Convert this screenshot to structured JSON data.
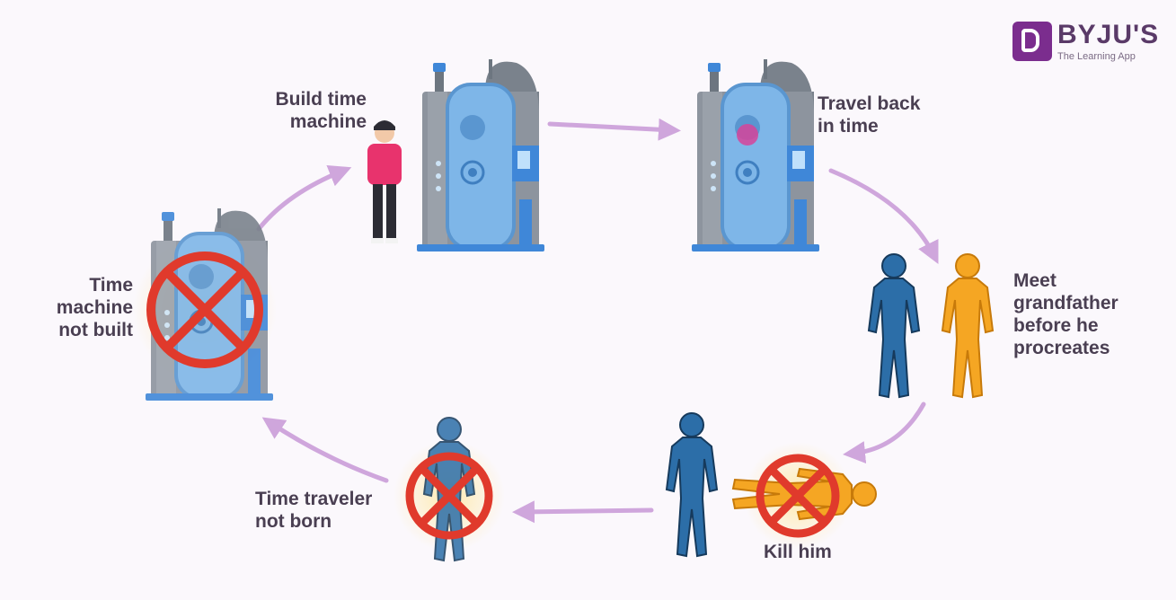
{
  "brand": {
    "name": "BYJU'S",
    "tagline": "The Learning App"
  },
  "steps": {
    "build": "Build time\nmachine",
    "travel": "Travel back\nin time",
    "meet": "Meet\ngrandfather\nbefore he\nprocreates",
    "kill": "Kill him",
    "not_born": "Time traveler\nnot born",
    "not_built": "Time\nmachine\nnot built"
  },
  "colors": {
    "arrow": "#cfa6dc",
    "machine_body": "#7eb6e8",
    "machine_frame": "#8d949e",
    "prohibit": "#e03a2c",
    "time_traveler": "#2c6ea8",
    "grandfather": "#f5a623",
    "person_shirt": "#e8336d",
    "background": "#fbf8fc"
  },
  "icons": [
    "time-machine-icon",
    "person-icon",
    "human-figure-icon",
    "prohibited-icon",
    "cycle-arrow-icon"
  ]
}
